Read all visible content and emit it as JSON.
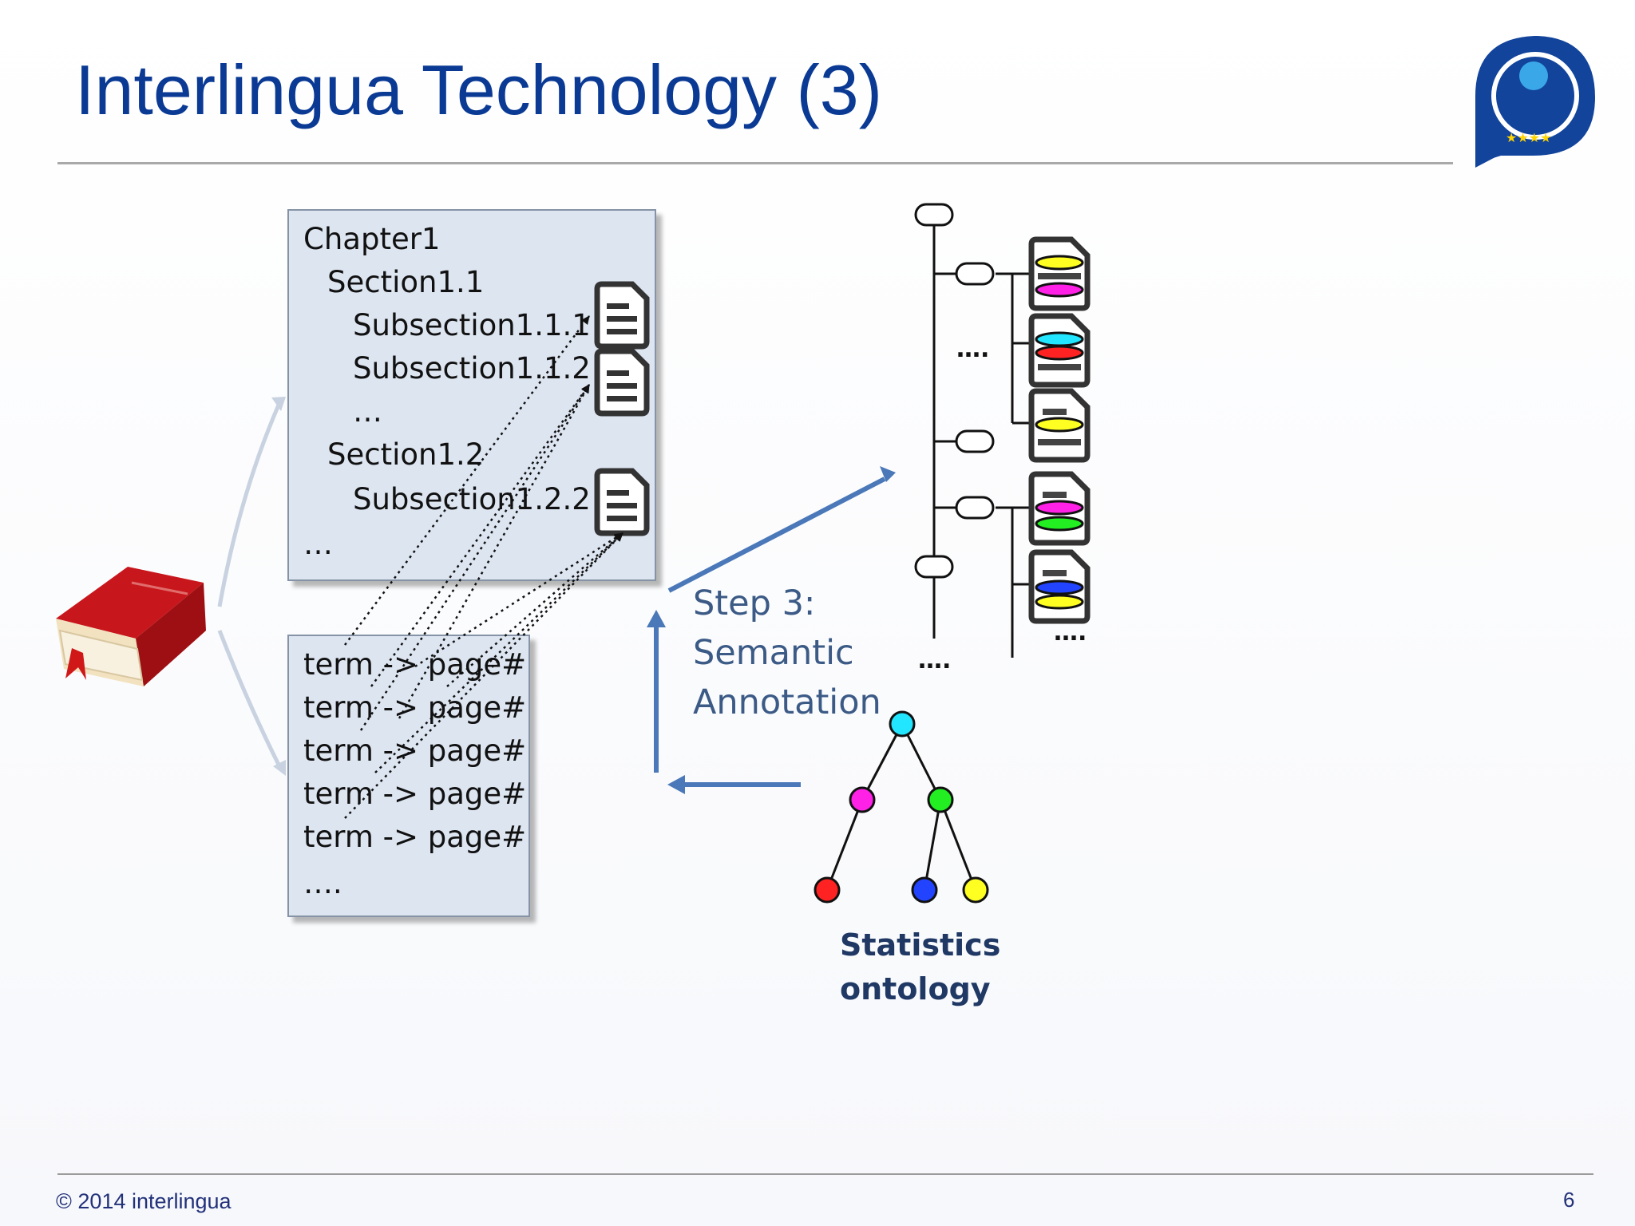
{
  "slide": {
    "title": "Interlingua Technology (3)",
    "footer": "© 2014 interlingua",
    "page_number": "6"
  },
  "toc_box": {
    "lines": [
      "Chapter1",
      "Section1.1",
      "Subsection1.1.1",
      "Subsection1.1.2",
      "…",
      "Section1.2",
      "Subsection1.2.2",
      "…"
    ]
  },
  "index_box": {
    "lines": [
      "term -> page#",
      "term -> page#",
      "term -> page#",
      "term -> page#",
      "term -> page#",
      "…."
    ]
  },
  "step": {
    "line1": "Step 3:",
    "line2": "Semantic",
    "line3": "Annotation"
  },
  "ontology": {
    "line1": "Statistics",
    "line2": "ontology"
  },
  "tree_ellipses": {
    "mid": "….",
    "bottom_left": "….",
    "bottom_right": "…."
  },
  "colors": {
    "title": "#0a3a94",
    "arrow_blue": "#4a78b8",
    "box_fill": "#dde5f1",
    "ontology_root": "#22e6ff",
    "ontology_magenta": "#ff22e6",
    "ontology_green": "#22ee22",
    "ontology_red": "#ff2222",
    "ontology_blue": "#2244ff",
    "ontology_yellow": "#ffff22"
  },
  "icons": [
    "book-icon",
    "document-icon",
    "database-document-icon",
    "logo-icon"
  ]
}
